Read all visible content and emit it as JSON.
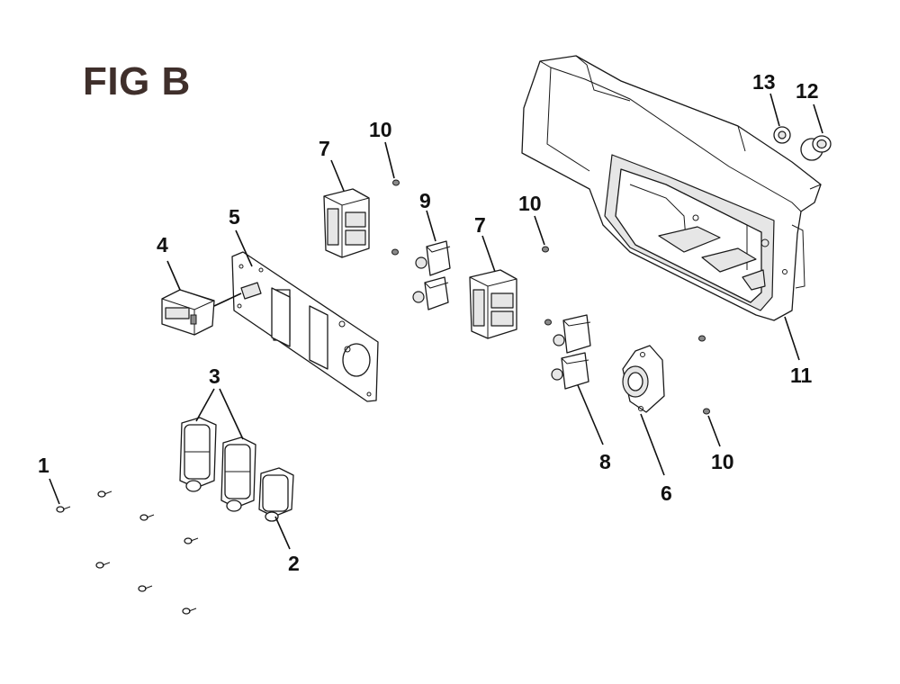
{
  "figure": {
    "title": "FIG B"
  },
  "callouts": {
    "c1": "1",
    "c2": "2",
    "c3": "3",
    "c4": "4",
    "c5": "5",
    "c6": "6",
    "c7a": "7",
    "c7b": "7",
    "c8": "8",
    "c9": "9",
    "c10a": "10",
    "c10b": "10",
    "c10c": "10",
    "c11": "11",
    "c12": "12",
    "c13": "13"
  }
}
